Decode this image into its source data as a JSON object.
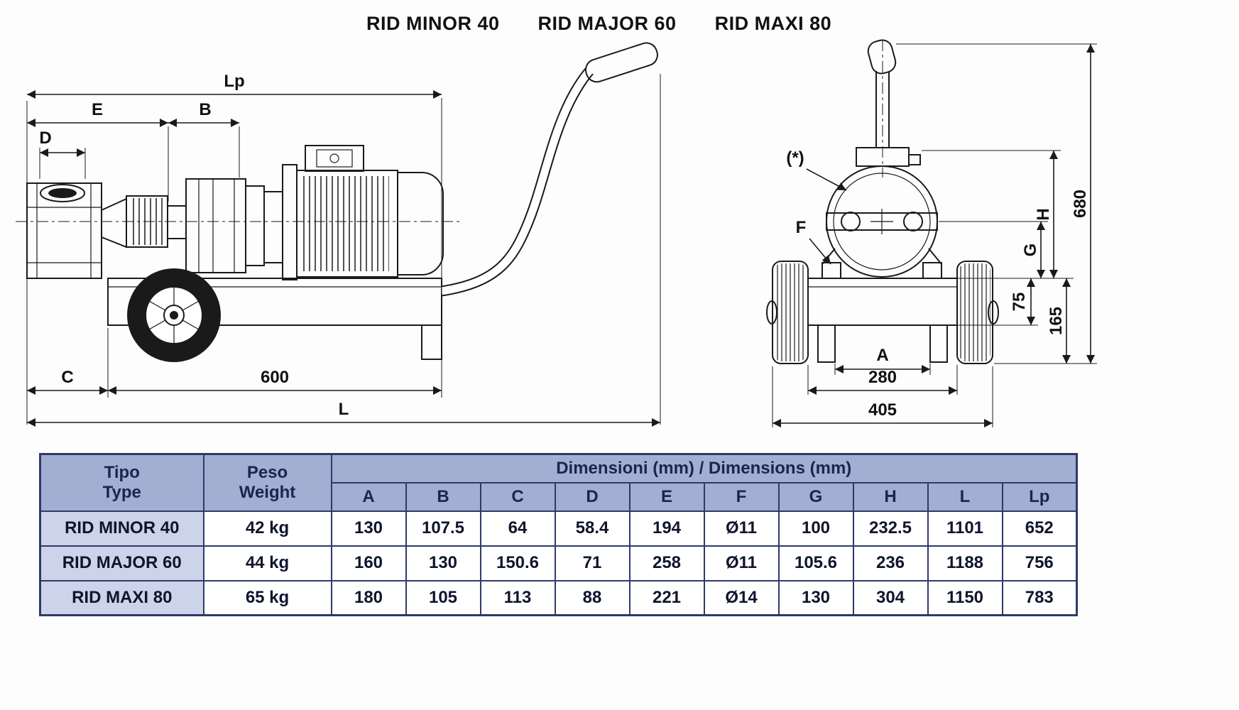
{
  "colors": {
    "table_border": "#2e3a68",
    "table_header_bg": "#a3aed3",
    "table_rowlabel_bg": "#ccd3ea",
    "header_text": "#1b2550",
    "line_color": "#1a1a1a"
  },
  "titles": {
    "model_1": "RID MINOR 40",
    "model_2": "RID MAJOR 60",
    "model_3": "RID MAXI 80"
  },
  "drawing": {
    "side_view": {
      "lp": "Lp",
      "e": "E",
      "b": "B",
      "d": "D",
      "c": "C",
      "len_600": "600",
      "l": "L"
    },
    "front_view": {
      "star_note": "(*)",
      "f": "F",
      "h": "H",
      "g": "G",
      "v75": "75",
      "v165": "165",
      "v680": "680",
      "a": "A",
      "w280": "280",
      "w405": "405"
    }
  },
  "table": {
    "type_header": {
      "line1": "Tipo",
      "line2": "Type"
    },
    "weight_header": {
      "line1": "Peso",
      "line2": "Weight"
    },
    "dimensions_header": "Dimensioni (mm) / Dimensions (mm)",
    "dim_cols": [
      "A",
      "B",
      "C",
      "D",
      "E",
      "F",
      "G",
      "H",
      "L",
      "Lp"
    ],
    "rows": [
      {
        "type": "RID MINOR 40",
        "weight": "42 kg",
        "values": [
          "130",
          "107.5",
          "64",
          "58.4",
          "194",
          "Ø11",
          "100",
          "232.5",
          "1101",
          "652"
        ]
      },
      {
        "type": "RID MAJOR 60",
        "weight": "44 kg",
        "values": [
          "160",
          "130",
          "150.6",
          "71",
          "258",
          "Ø11",
          "105.6",
          "236",
          "1188",
          "756"
        ]
      },
      {
        "type": "RID MAXI 80",
        "weight": "65 kg",
        "values": [
          "180",
          "105",
          "113",
          "88",
          "221",
          "Ø14",
          "130",
          "304",
          "1150",
          "783"
        ]
      }
    ]
  }
}
